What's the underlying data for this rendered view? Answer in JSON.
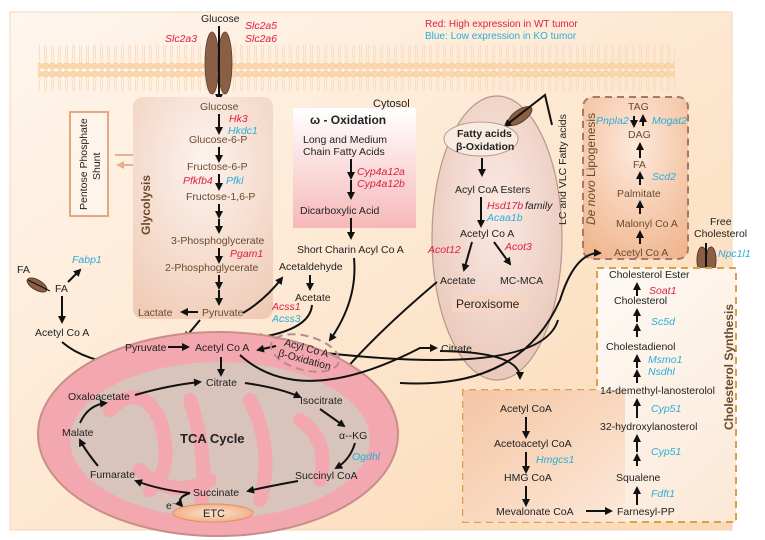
{
  "legend": {
    "red": "Red: High expression in WT tumor",
    "blue": "Blue: Low expression in KO tumor",
    "red_color": "#e0203c",
    "blue_color": "#2aaed8"
  },
  "membrane": {
    "glucose_out": "Glucose",
    "transporters_left": "Slc2a3",
    "transporters_right_1": "Slc2a5",
    "transporters_right_2": "Slc2a6"
  },
  "cytosol_label": "Cytosol",
  "pentose": {
    "line1": "Pentose Phosphate",
    "line2": "Shunt"
  },
  "glycolysis": {
    "title": "Glycolysis",
    "steps": [
      "Glucose",
      "Glucose-6-P",
      "Fructose-6-P",
      "Fructose-1,6-P",
      "3-Phosphoglycerate",
      "2-Phosphoglycerate",
      "Pyruvate"
    ],
    "genes": {
      "hk3": "Hk3",
      "hkdc1": "Hkdc1",
      "pfkfb4": "Pfkfb4",
      "pfkl": "Pfkl",
      "pgam1": "Pgam1"
    },
    "lactate": "Lactate"
  },
  "fa_uptake": {
    "fa_out": "FA",
    "fa_in": "FA",
    "fabp1": "Fabp1",
    "acetyl": "Acetyl Co A"
  },
  "omega": {
    "title": "ω - Oxidation",
    "substrate_1": "Long and Medium",
    "substrate_2": "Chain Fatty Acids",
    "gene_1": "Cyp4a12a",
    "gene_2": "Cyp4a12b",
    "product": "Dicarboxylic Acid",
    "short_chain": "Short Charin Acyl Co A"
  },
  "acetaldehyde": {
    "acetaldehyde": "Acetaldehyde",
    "acetate": "Acetate",
    "acss1": "Acss1",
    "acss3": "Acss3"
  },
  "peroxisome": {
    "title_1": "Fatty acids",
    "title_2": "β-Oxidation",
    "esters": "Acyl CoA Esters",
    "hsd": "Hsd17b",
    "family": "family",
    "acaa1b": "Acaa1b",
    "acetyl": "Acetyl Co A",
    "acot12": "Acot12",
    "acot3": "Acot3",
    "acetate": "Acetate",
    "mcmca": "MC-MCA",
    "label": "Peroxisome",
    "lc_vlc": "LC and VLC Fatty acids"
  },
  "lipogenesis": {
    "title_italic": "De novo",
    "title_rest": " Lipogenesis",
    "tag": "TAG",
    "dag": "DAG",
    "pnpla2": "Pnpla2",
    "mogat2": "Mogat2",
    "fa": "FA",
    "scd2": "Scd2",
    "palmitate": "Palmitate",
    "malonyl": "Malonyl Co A",
    "acetyl": "Acetyl Co A"
  },
  "free_cholesterol": {
    "line1": "Free",
    "line2": "Cholesterol",
    "npc": "Npc1l1"
  },
  "cholesterol": {
    "title": "Cholesterol Synthesis",
    "ester": "Cholesterol Ester",
    "soat1": "Soat1",
    "cholesterol": "Cholesterol",
    "sc5d": "Sc5d",
    "cholestadienol": "Cholestadienol",
    "msmo1": "Msmo1",
    "nsdhl": "Nsdhl",
    "demethyl": "14-demethyl-lanosterolol",
    "cyp51_a": "Cyp51",
    "hydroxy": "32-hydroxylanosterol",
    "cyp51_b": "Cyp51",
    "squalene": "Squalene",
    "fdft1": "Fdft1",
    "farnesyl": "Farnesyl-PP",
    "acetyl_coa": "Acetyl CoA",
    "acetoacetyl": "Acetoacetyl CoA",
    "hmgcs1": "Hmgcs1",
    "hmg": "HMG CoA",
    "mevalonate": "Mevalonate CoA"
  },
  "mito": {
    "pyruvate": "Pyruvate",
    "acetyl": "Acetyl Co A",
    "acyl_1": "Acyl Co A",
    "acyl_2": "β-Oxidation",
    "citrate": "Citrate",
    "citrate_out": "Citrate",
    "isocitrate": "Isocitrate",
    "akg": "α--KG",
    "ogdhl": "Ogdhl",
    "succinyl": "Succinyl CoA",
    "succinate": "Succinate",
    "fumarate": "Fumarate",
    "malate": "Malate",
    "oxaloacetate": "Oxaloacetate",
    "tca": "TCA Cycle",
    "electron": "e⁻",
    "etc": "ETC"
  }
}
